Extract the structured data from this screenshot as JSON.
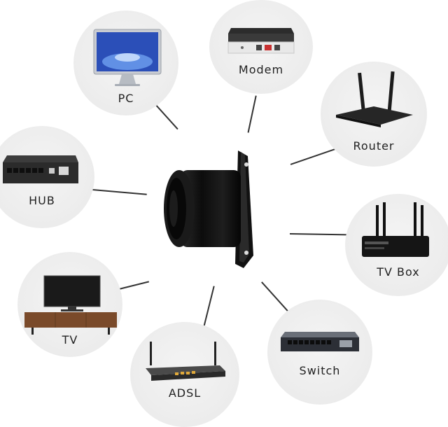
{
  "devices": [
    {
      "id": "pc",
      "label": "PC",
      "icon": "monitor-icon"
    },
    {
      "id": "modem",
      "label": "Modem",
      "icon": "modem-icon"
    },
    {
      "id": "router",
      "label": "Router",
      "icon": "router-icon"
    },
    {
      "id": "hub",
      "label": "HUB",
      "icon": "hub-icon"
    },
    {
      "id": "tvbox",
      "label": "TV Box",
      "icon": "tv-box-icon"
    },
    {
      "id": "tv",
      "label": "TV",
      "icon": "tv-icon"
    },
    {
      "id": "adsl",
      "label": "ADSL",
      "icon": "adsl-icon"
    },
    {
      "id": "switch",
      "label": "Switch",
      "icon": "switch-icon"
    }
  ],
  "colors": {
    "circle": "#ececec",
    "line": "#333333",
    "connector": "#111111",
    "tv_cabinet": "#7a4a2a"
  }
}
